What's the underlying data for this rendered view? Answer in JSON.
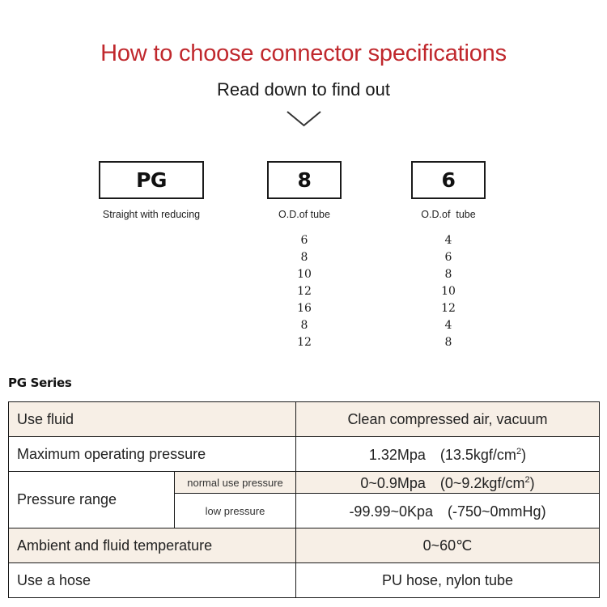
{
  "header": {
    "title": "How to choose connector specifications",
    "subtitle": "Read down to find out",
    "title_color": "#c0282d",
    "chevron_icon": "chevron-down-icon"
  },
  "selector": {
    "boxes": [
      {
        "code": "PG",
        "label": "Straight with reducing"
      },
      {
        "code": "8",
        "label": "O.D.of tube"
      },
      {
        "code": "6",
        "label": "O.D.of  tube"
      }
    ],
    "columns": [
      {
        "name": "od-of-tube-first",
        "values": [
          "6",
          "8",
          "10",
          "12",
          "16",
          "8",
          "12"
        ]
      },
      {
        "name": "od-of-tube-second",
        "values": [
          "4",
          "6",
          "8",
          "10",
          "12",
          "4",
          "8"
        ]
      }
    ]
  },
  "spec": {
    "heading": "PG Series",
    "row_beige_color": "#f7efe6",
    "rows": [
      {
        "label": "Use fluid",
        "value": "Clean compressed air, vacuum"
      },
      {
        "label": "Maximum operating pressure",
        "value": "1.32Mpa　(13.5kgf/cm",
        "value_sup": "2",
        "value_tail": ")"
      },
      {
        "label": "Pressure range",
        "subrows": [
          {
            "sublabel": "normal use pressure",
            "value": "0~0.9Mpa　(0~9.2kgf/cm",
            "value_sup": "2",
            "value_tail": ")"
          },
          {
            "sublabel": "low pressure",
            "value": "-99.99~0Kpa　(-750~0mmHg)"
          }
        ]
      },
      {
        "label": "Ambient and fluid temperature",
        "value": "0~60℃"
      },
      {
        "label": "Use a hose",
        "value": "PU hose, nylon tube"
      }
    ]
  }
}
